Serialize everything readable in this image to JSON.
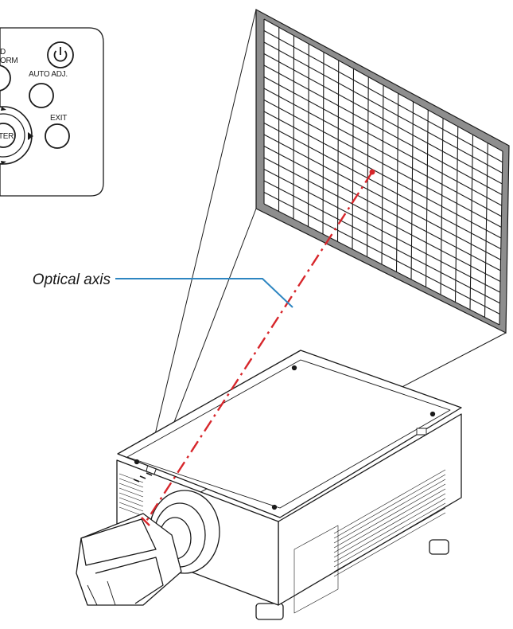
{
  "remote": {
    "keys": [
      {
        "id": "auto-transform",
        "label_line1": "D",
        "label_line2": "ORM"
      },
      {
        "id": "power",
        "label_line1": "",
        "label_line2": ""
      },
      {
        "id": "auto-adj",
        "label_line1": "AUTO ADJ.",
        "label_line2": ""
      },
      {
        "id": "enter",
        "label_line1": "TER",
        "label_line2": ""
      },
      {
        "id": "exit",
        "label_line1": "EXIT",
        "label_line2": ""
      }
    ]
  },
  "screen": {
    "rows": 16,
    "cols": 16,
    "pattern": "grid"
  },
  "labels": {
    "optical_axis": "Optical axis"
  },
  "colors": {
    "axis_line": "#d7262b",
    "leader_line": "#2e86c1",
    "outline": "#1a1a1a",
    "screen_frame": "#8c8c8c"
  }
}
